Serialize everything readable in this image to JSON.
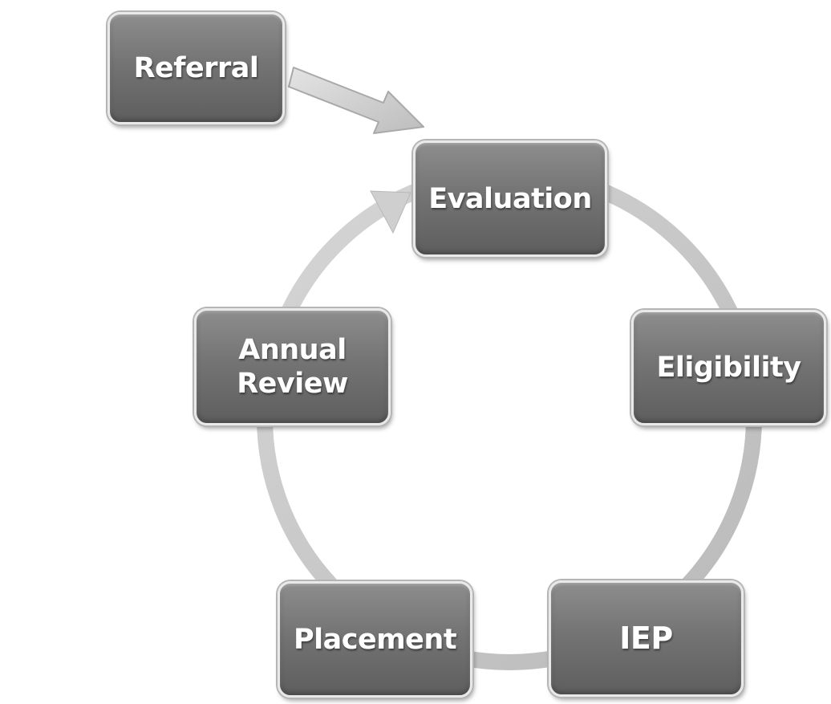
{
  "nodes": {
    "referral": "Referral",
    "evaluation": "Evaluation",
    "eligibility": "Eligibility",
    "iep": "IEP",
    "placement": "Placement",
    "annual_review": {
      "line1": "Annual",
      "line2": "Review"
    }
  },
  "colors": {
    "box_fill": "#737373",
    "box_border": "#e9e9e9",
    "ring": "#c8c8c8",
    "arrow": "#d0d0d0",
    "text": "#ffffff"
  }
}
